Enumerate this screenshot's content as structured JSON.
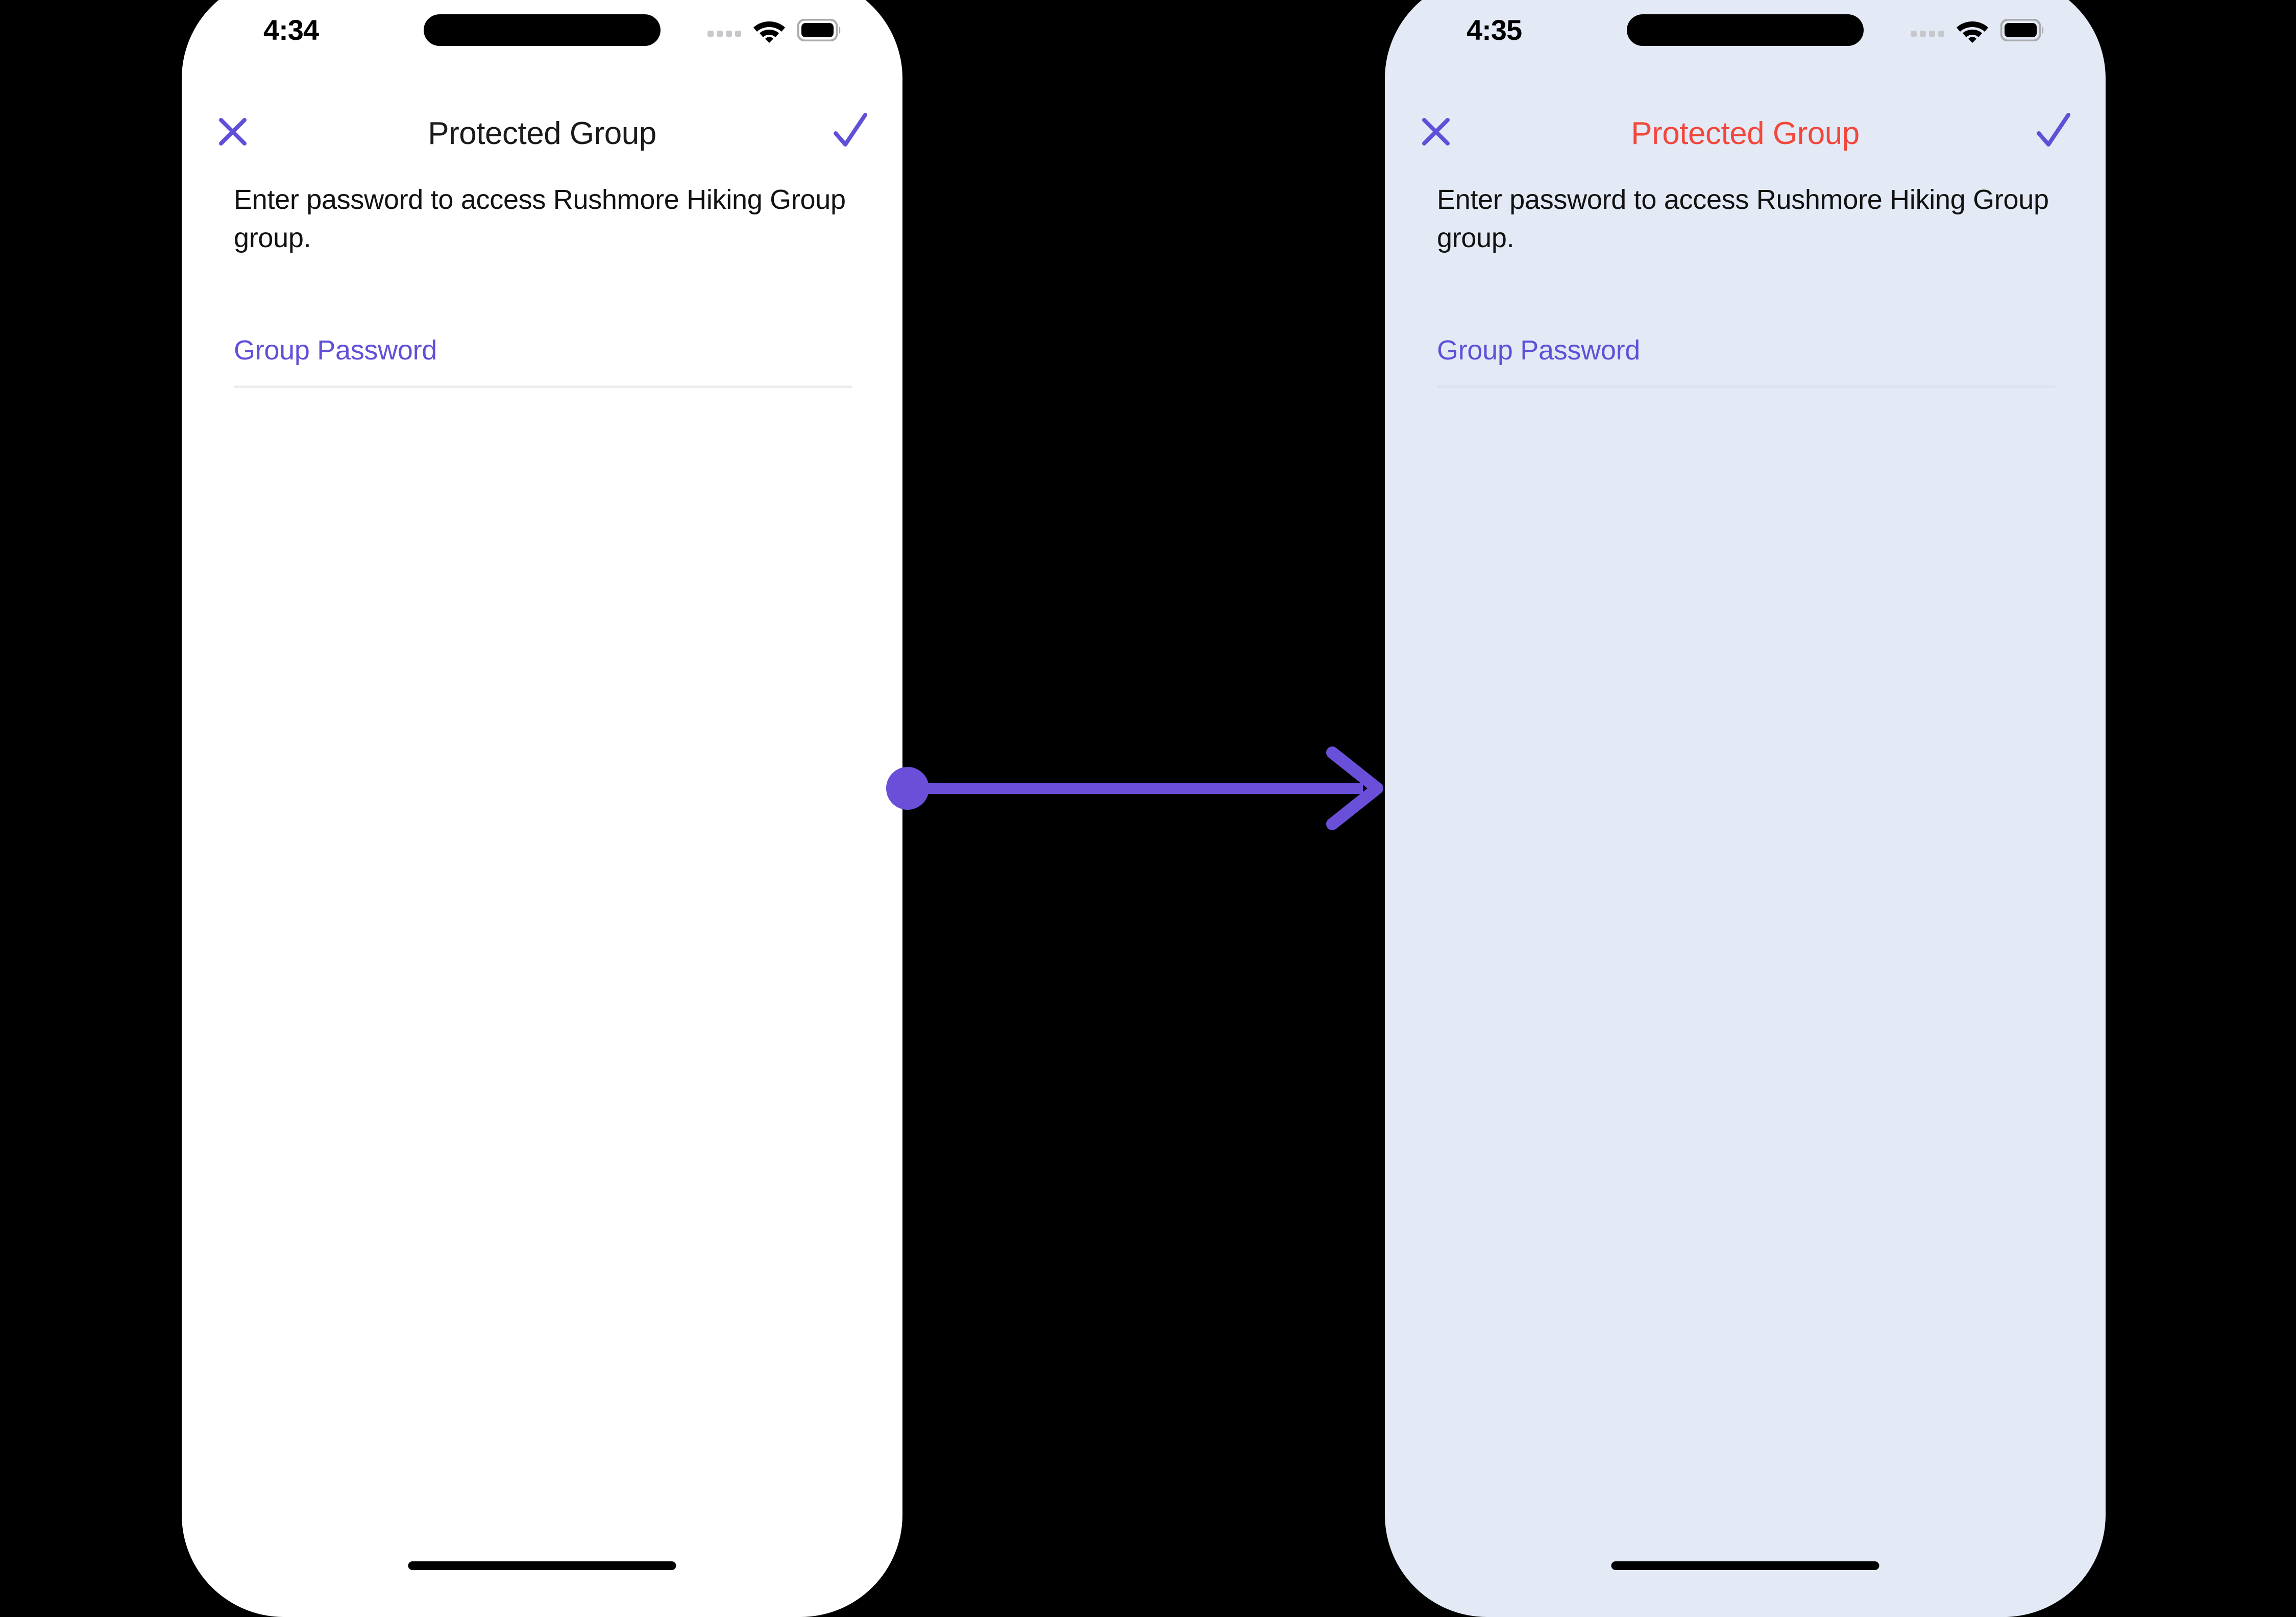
{
  "colors": {
    "canvas_background": "#000000",
    "accent_purple": "#6050D8",
    "arrow_purple": "#6A4FD8",
    "error_red": "#F2483C",
    "screen_left_background": "#FFFFFF",
    "screen_right_background": "#E3EAF5",
    "divider": "#EDEDED",
    "body_text": "#121212"
  },
  "screens": [
    {
      "id": "before",
      "status_bar": {
        "time": "4:34",
        "cellular_icon": "cellular-dots-icon",
        "wifi_icon": "wifi-icon",
        "battery_icon": "battery-full-icon",
        "dynamic_island": "dynamic-island"
      },
      "nav": {
        "close_icon": "close-x-icon",
        "title": "Protected Group",
        "confirm_icon": "checkmark-icon"
      },
      "body": {
        "description": "Enter password to access Rushmore Hiking Group group.",
        "password_field": {
          "label": "Group Password",
          "value": "",
          "placeholder": "Group Password"
        }
      },
      "home_indicator": "home-indicator"
    },
    {
      "id": "after",
      "status_bar": {
        "time": "4:35",
        "cellular_icon": "cellular-dots-icon",
        "wifi_icon": "wifi-icon",
        "battery_icon": "battery-full-icon",
        "dynamic_island": "dynamic-island"
      },
      "nav": {
        "close_icon": "close-x-icon",
        "title": "Protected Group",
        "confirm_icon": "checkmark-icon"
      },
      "body": {
        "description": "Enter password to access Rushmore Hiking Group group.",
        "password_field": {
          "label": "Group Password",
          "value": "",
          "placeholder": "Group Password"
        }
      },
      "home_indicator": "home-indicator"
    }
  ],
  "annotation": {
    "arrow_icon": "transition-arrow-icon",
    "start_marker_icon": "arrow-start-dot-icon",
    "end_marker_icon": "arrow-head-icon"
  }
}
